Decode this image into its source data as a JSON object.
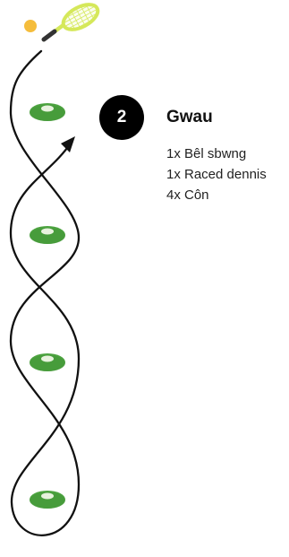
{
  "step": {
    "number": "2",
    "title": "Gwau"
  },
  "equipment": [
    "1x Bêl sbwng",
    "1x Raced dennis",
    "4x Côn"
  ],
  "icons": [
    "tennis-ball-icon",
    "tennis-racket-icon",
    "cone-icon",
    "arrow-head-icon"
  ],
  "colors": {
    "ball": "#F5BD3C",
    "racket": "#D5E85A",
    "cone": "#4CA33F",
    "cone_dark": "#3F8F34",
    "cone_highlight": "#E8F2DE",
    "path": "#111111",
    "badge": "#000000"
  },
  "cone_count": 4
}
